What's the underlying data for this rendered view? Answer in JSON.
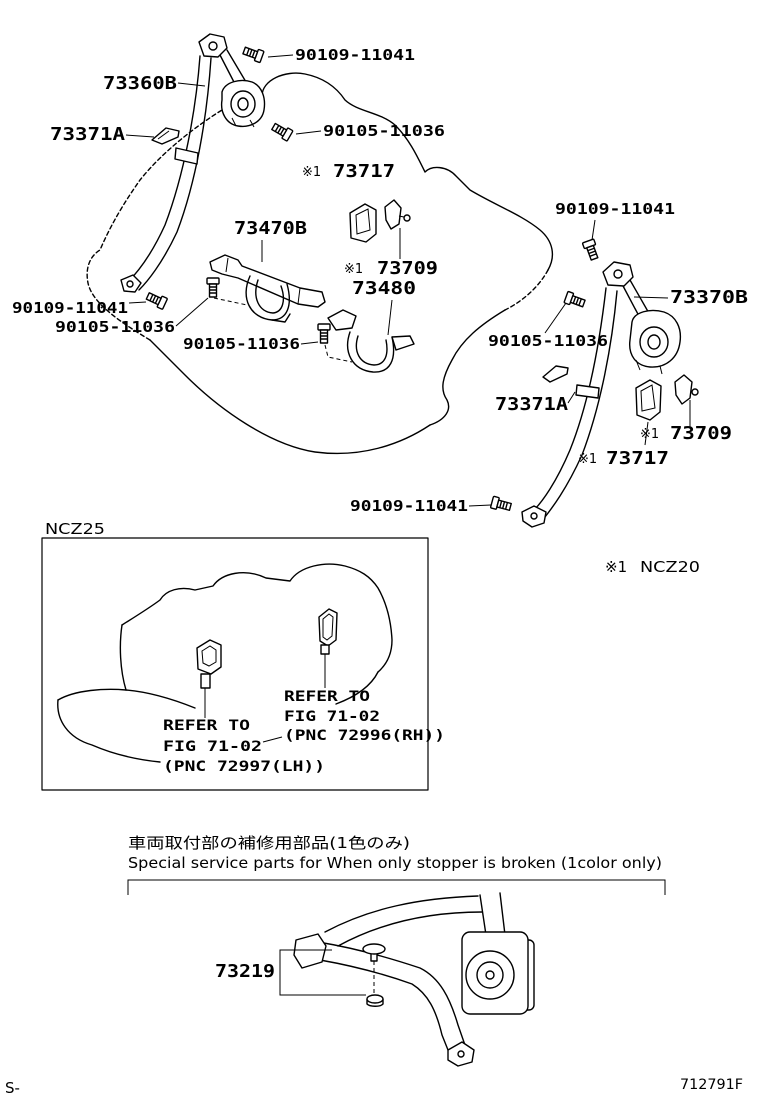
{
  "callouts": [
    {
      "part": "90109-11041"
    },
    {
      "part": "73360B"
    },
    {
      "part": "90105-11036"
    },
    {
      "part": "73371A"
    },
    {
      "prefix": "※1",
      "part": "73717"
    },
    {
      "part": "73470B"
    },
    {
      "part": "90109-11041"
    },
    {
      "prefix": "※1",
      "part": "73709"
    },
    {
      "part": "73480"
    },
    {
      "part": "90109-11041"
    },
    {
      "part": "73370B"
    },
    {
      "part": "90105-11036"
    },
    {
      "part": "90105-11036"
    },
    {
      "part": "90105-11036"
    },
    {
      "part": "73371A"
    },
    {
      "prefix": "※1",
      "part": "73709"
    },
    {
      "prefix": "※1",
      "part": "73717"
    },
    {
      "part": "90109-11041"
    }
  ],
  "footnote": {
    "mark": "※1",
    "text": "NCZ20"
  },
  "inset": {
    "title": "NCZ25",
    "refs": [
      {
        "line1": "REFER TO",
        "line2": "FIG 71-02",
        "line3": "(PNC 72996(RH))"
      },
      {
        "line1": "REFER TO",
        "line2": "FIG 71-02",
        "line3": "(PNC 72997(LH))"
      }
    ]
  },
  "service": {
    "title_jp": "車両取付部の補修用部品(1色のみ)",
    "title_en": "Special service parts for When only stopper is broken (1color only)",
    "part": "73219"
  },
  "footer": {
    "page_code": "S-",
    "illustration_no": "712791F"
  }
}
